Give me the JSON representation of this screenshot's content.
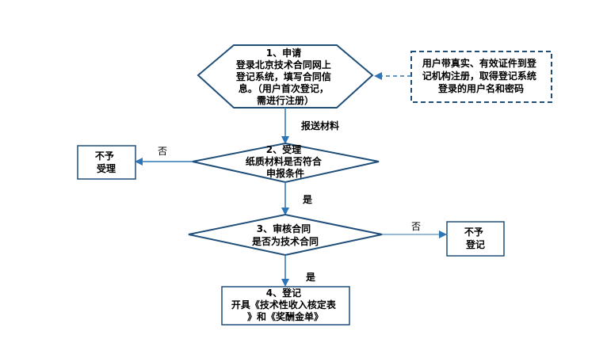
{
  "colors": {
    "node_stroke": "#1f4e79",
    "arrow": "#2e75b6",
    "text": "#000000",
    "box_fill": "#ffffff"
  },
  "nodes": {
    "step1": {
      "lines": [
        "1、申请",
        "登录北京技术合同网上",
        "登记系统，填写合同信",
        "息。（用户首次登记，",
        "需进行注册）"
      ]
    },
    "note": {
      "lines": [
        "用户带真实、有效证件到登",
        "记机构注册，取得登记系统",
        "登录的用户名和密码"
      ]
    },
    "step2": {
      "lines": [
        "2、受理",
        "纸质材料是否符合",
        "申报条件"
      ]
    },
    "reject1": {
      "lines": [
        "不予",
        "受理"
      ]
    },
    "step3": {
      "lines": [
        "3、审核合同",
        "是否为技术合同"
      ]
    },
    "reject2": {
      "lines": [
        "不予",
        "登记"
      ]
    },
    "step4": {
      "lines": [
        "4、登记",
        "开具《技术性收入核定表",
        "》和《奖酬金单》"
      ]
    }
  },
  "edge_labels": {
    "submit": "报送材料",
    "no1": "否",
    "yes1": "是",
    "no2": "否",
    "yes2": "是"
  }
}
